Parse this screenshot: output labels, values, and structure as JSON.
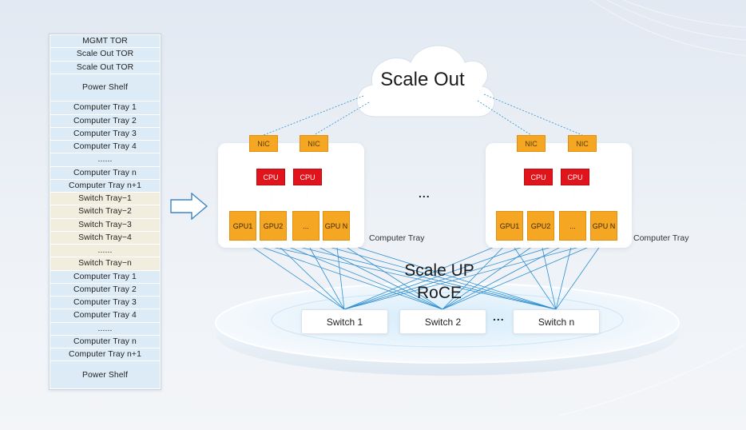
{
  "rack": [
    {
      "label": "MGMT TOR",
      "tone": "blue"
    },
    {
      "label": "Scale Out TOR",
      "tone": "blue"
    },
    {
      "label": "Scale Out TOR",
      "tone": "blue"
    },
    {
      "label": "Power Shelf",
      "tone": "blue",
      "tall": true
    },
    {
      "label": "Computer Tray 1",
      "tone": "blue"
    },
    {
      "label": "Computer Tray 2",
      "tone": "blue"
    },
    {
      "label": "Computer Tray 3",
      "tone": "blue"
    },
    {
      "label": "Computer Tray 4",
      "tone": "blue"
    },
    {
      "label": "......",
      "tone": "blue"
    },
    {
      "label": "Computer Tray n",
      "tone": "blue"
    },
    {
      "label": "Computer Tray n+1",
      "tone": "blue"
    },
    {
      "label": "Switch Tray−1",
      "tone": "yellow"
    },
    {
      "label": "Switch Tray−2",
      "tone": "yellow"
    },
    {
      "label": "Switch Tray−3",
      "tone": "yellow"
    },
    {
      "label": "Switch Tray−4",
      "tone": "yellow"
    },
    {
      "label": "......",
      "tone": "yellow"
    },
    {
      "label": "Switch Tray−n",
      "tone": "yellow"
    },
    {
      "label": "Computer Tray 1",
      "tone": "blue"
    },
    {
      "label": "Computer Tray 2",
      "tone": "blue"
    },
    {
      "label": "Computer Tray 3",
      "tone": "blue"
    },
    {
      "label": "Computer Tray 4",
      "tone": "blue"
    },
    {
      "label": "......",
      "tone": "blue"
    },
    {
      "label": "Computer Tray n",
      "tone": "blue"
    },
    {
      "label": "Computer Tray n+1",
      "tone": "blue"
    },
    {
      "label": "Power Shelf",
      "tone": "blue",
      "tall": true
    }
  ],
  "cloud": {
    "label": "Scale Out"
  },
  "trays": [
    {
      "label": "Computer Tray",
      "nics": [
        "NIC",
        "NIC"
      ],
      "cpus": [
        "CPU",
        "CPU"
      ],
      "gpus": [
        "GPU1",
        "GPU2",
        "...",
        "GPU N"
      ]
    },
    {
      "label": "Computer Tray",
      "nics": [
        "NIC",
        "NIC"
      ],
      "cpus": [
        "CPU",
        "CPU"
      ],
      "gpus": [
        "GPU1",
        "GPU2",
        "...",
        "GPU N"
      ]
    }
  ],
  "tray_gap_dots": "...",
  "scale_up": {
    "line1": "Scale UP",
    "line2": "RoCE"
  },
  "switches": [
    "Switch 1",
    "Switch 2",
    "Switch n"
  ],
  "switch_gap_dots": "...",
  "colors": {
    "nic": "#f5a623",
    "gpu": "#f5a623",
    "cpu": "#e0141a",
    "link": "#2f8fd1",
    "rack_blue": "#dcebf6",
    "rack_yellow": "#f2eedf"
  }
}
